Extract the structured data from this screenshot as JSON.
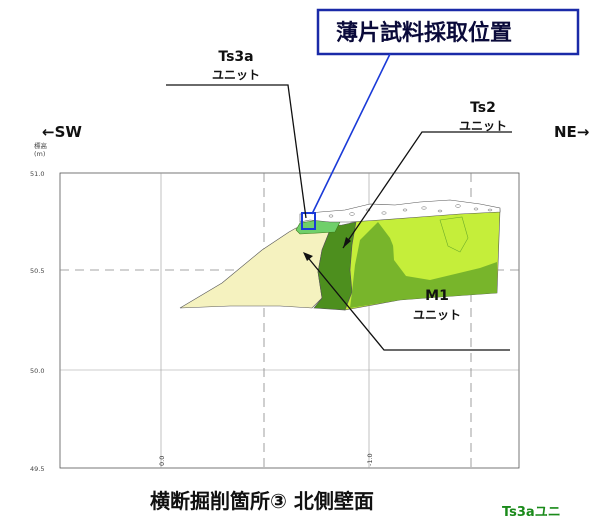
{
  "banner": {
    "text": "薄片試料採取位置"
  },
  "directions": {
    "left": "←SW",
    "right": "NE→"
  },
  "axis": {
    "elevation_label_line1": "標高",
    "elevation_label_line2": "(m)",
    "y_ticks": [
      "51.0",
      "50.5",
      "50.0",
      "49.5"
    ],
    "x_ticks": [
      "0.0",
      "-1.0"
    ]
  },
  "units": {
    "ts3a": {
      "name": "Ts3a",
      "suffix": "ユニット"
    },
    "ts2": {
      "name": "Ts2",
      "suffix": "ユニット"
    },
    "m1": {
      "name": "M1",
      "suffix": "ユニット"
    }
  },
  "caption": "横断掘削箇所③  北側壁面",
  "corner_text": "Ts3aユニ",
  "colors": {
    "banner_border": "#1a2aa8",
    "sample_box": "#1a3ad8",
    "pale_yellow": "#f5f2bf",
    "dark_green": "#4d8f1e",
    "light_green": "#c5ee3a",
    "mid_green": "#6fae2a",
    "ts3a_green": "#6fcf6a",
    "caption_green": "#1a8a1a"
  }
}
